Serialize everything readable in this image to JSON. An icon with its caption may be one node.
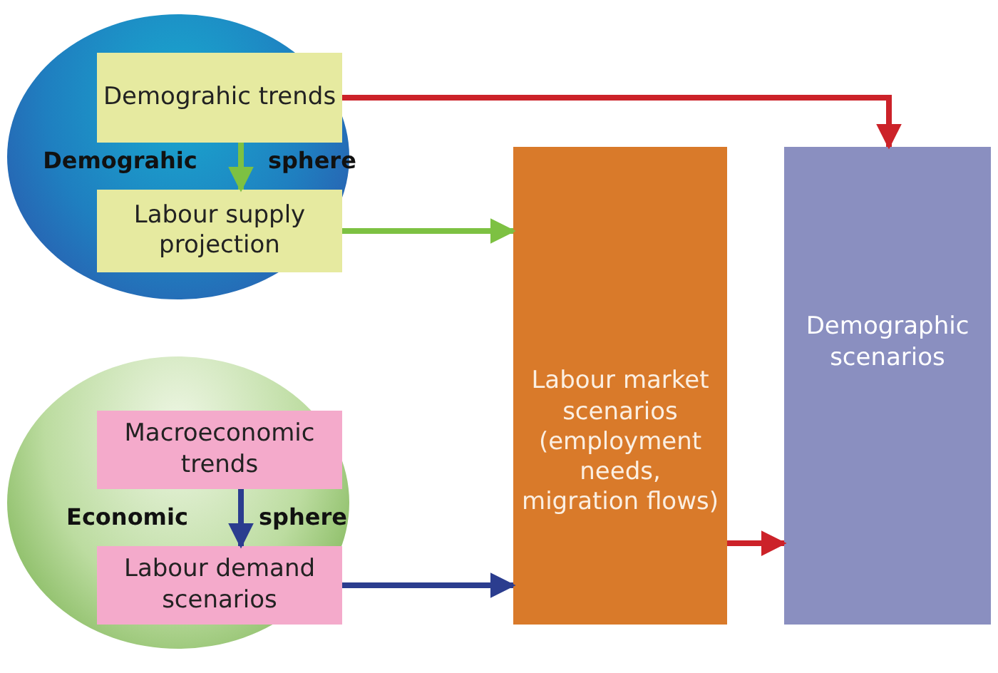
{
  "diagram": {
    "nodes": [
      {
        "text": [
          "Demograhic sphere"
        ]
      },
      {
        "text": [
          "Demograhic trends"
        ],
        "in": 0
      },
      {
        "text": [
          "Labour supply projection"
        ],
        "in": 0
      },
      {
        "text": [
          "Economic sphere"
        ]
      },
      {
        "text": [
          "Macroeconomic trends"
        ],
        "in": 3
      },
      {
        "text": [
          "Labour demand scenarios"
        ],
        "in": 3
      },
      {
        "text": [
          "Labour market scenarios (employment needs, migration flows)"
        ]
      },
      {
        "text": [
          "Demographic scenarios"
        ]
      }
    ],
    "edges": [
      {
        "from": 1,
        "to": 2,
        "arrow": "to",
        "color": "#7dc142"
      },
      {
        "from": 1,
        "to": 7,
        "arrow": "to",
        "color": "#cc2229"
      },
      {
        "from": 2,
        "to": 6,
        "arrow": "to",
        "color": "#7dc142"
      },
      {
        "from": 4,
        "to": 5,
        "arrow": "to",
        "color": "#2b3d8f"
      },
      {
        "from": 5,
        "to": 6,
        "arrow": "to",
        "color": "#2b3d8f"
      },
      {
        "from": 6,
        "to": 7,
        "arrow": "to",
        "color": "#cc2229"
      }
    ]
  }
}
